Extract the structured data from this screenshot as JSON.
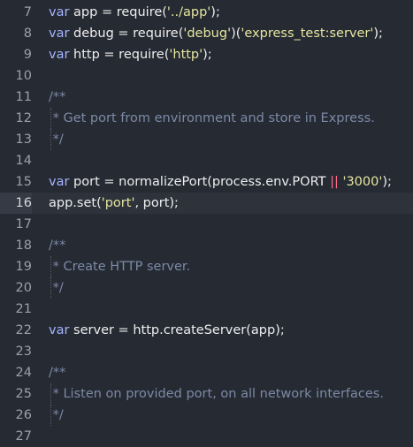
{
  "editor": {
    "active_line": 16,
    "lines": [
      {
        "n": "7",
        "tokens": [
          {
            "t": "var",
            "c": "kw"
          },
          {
            "t": " app = require(",
            "c": "plain"
          },
          {
            "t": "'../app'",
            "c": "str"
          },
          {
            "t": ");",
            "c": "plain"
          }
        ]
      },
      {
        "n": "8",
        "tokens": [
          {
            "t": "var",
            "c": "kw"
          },
          {
            "t": " debug = require(",
            "c": "plain"
          },
          {
            "t": "'debug'",
            "c": "str"
          },
          {
            "t": ")(",
            "c": "plain"
          },
          {
            "t": "'express_test:server'",
            "c": "str"
          },
          {
            "t": ");",
            "c": "plain"
          }
        ]
      },
      {
        "n": "9",
        "tokens": [
          {
            "t": "var",
            "c": "kw"
          },
          {
            "t": " http = require(",
            "c": "plain"
          },
          {
            "t": "'http'",
            "c": "str"
          },
          {
            "t": ");",
            "c": "plain"
          }
        ]
      },
      {
        "n": "10",
        "tokens": []
      },
      {
        "n": "11",
        "tokens": [
          {
            "t": "/**",
            "c": "cm"
          }
        ]
      },
      {
        "n": "12",
        "guide": true,
        "tokens": [
          {
            "t": " * Get port from environment and store in Express.",
            "c": "cm"
          }
        ]
      },
      {
        "n": "13",
        "guide": true,
        "tokens": [
          {
            "t": " */",
            "c": "cm"
          }
        ]
      },
      {
        "n": "14",
        "tokens": []
      },
      {
        "n": "15",
        "tokens": [
          {
            "t": "var",
            "c": "kw"
          },
          {
            "t": " port = normalizePort(process.env.PORT ",
            "c": "plain"
          },
          {
            "t": "||",
            "c": "op"
          },
          {
            "t": " ",
            "c": "plain"
          },
          {
            "t": "'3000'",
            "c": "str"
          },
          {
            "t": ");",
            "c": "plain"
          }
        ]
      },
      {
        "n": "16",
        "tokens": [
          {
            "t": "app.set(",
            "c": "plain"
          },
          {
            "t": "'port'",
            "c": "str"
          },
          {
            "t": ", port);",
            "c": "plain"
          }
        ]
      },
      {
        "n": "17",
        "tokens": []
      },
      {
        "n": "18",
        "tokens": [
          {
            "t": "/**",
            "c": "cm"
          }
        ]
      },
      {
        "n": "19",
        "guide": true,
        "tokens": [
          {
            "t": " * Create HTTP server.",
            "c": "cm"
          }
        ]
      },
      {
        "n": "20",
        "guide": true,
        "tokens": [
          {
            "t": " */",
            "c": "cm"
          }
        ]
      },
      {
        "n": "21",
        "tokens": []
      },
      {
        "n": "22",
        "tokens": [
          {
            "t": "var",
            "c": "kw"
          },
          {
            "t": " server = http.createServer(app);",
            "c": "plain"
          }
        ]
      },
      {
        "n": "23",
        "tokens": []
      },
      {
        "n": "24",
        "tokens": [
          {
            "t": "/**",
            "c": "cm"
          }
        ]
      },
      {
        "n": "25",
        "guide": true,
        "tokens": [
          {
            "t": " * Listen on provided port, on all network interfaces.",
            "c": "cm"
          }
        ]
      },
      {
        "n": "26",
        "guide": true,
        "tokens": [
          {
            "t": " */",
            "c": "cm"
          }
        ]
      },
      {
        "n": "27",
        "tokens": []
      }
    ]
  }
}
